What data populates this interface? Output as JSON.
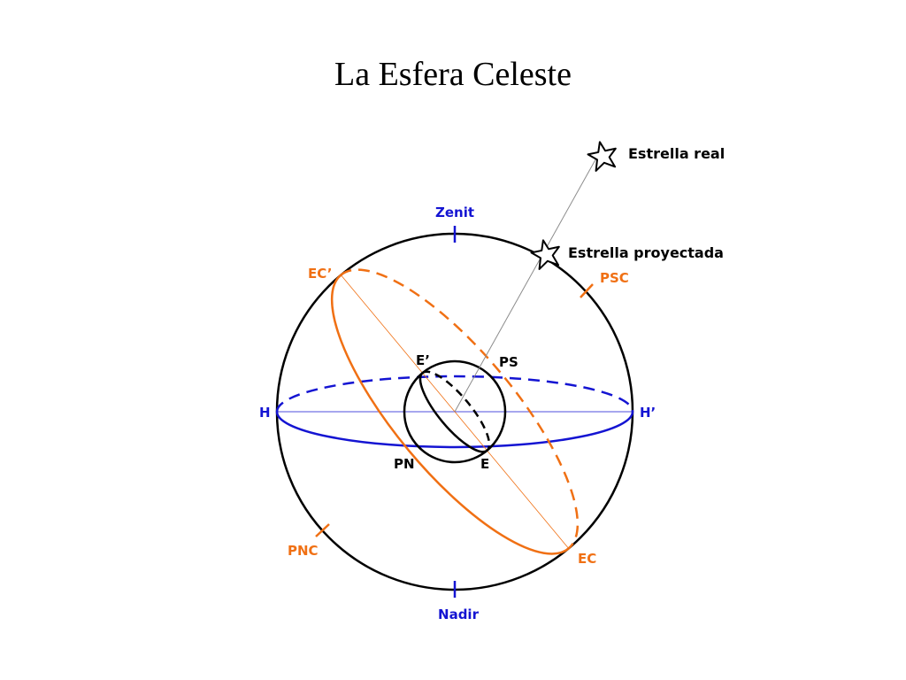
{
  "title": "La Esfera Celeste",
  "labels": {
    "zenit": "Zenit",
    "nadir": "Nadir",
    "h": "H",
    "h_prime": "H’",
    "ec": "EC",
    "ec_prime": "EC’",
    "psc": "PSC",
    "pnc": "PNC",
    "e": "E",
    "e_prime": "E’",
    "pn": "PN",
    "ps": "PS",
    "estrella_real": "Estrella real",
    "estrella_proyectada": "Estrella proyectada"
  },
  "colors": {
    "sphere": "#000000",
    "horizon": "#1414d2",
    "ecliptic": "#f07014",
    "star_line": "#8c8c8c"
  }
}
